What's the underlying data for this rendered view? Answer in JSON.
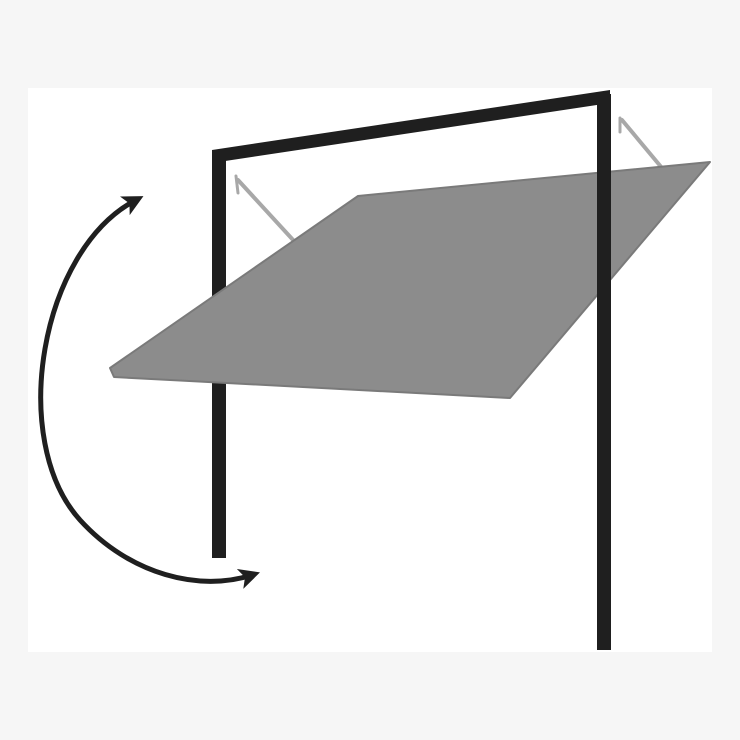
{
  "figure": {
    "description_id": "up-and-over-garage-door-icon",
    "colors": {
      "background": "#f6f6f6",
      "panel": "#ffffff",
      "frame": "#1f1f1f",
      "door": "#8c8c8c",
      "door_edge": "#7a7a7a",
      "strut": "#a8a8a8",
      "arrow": "#1f1f1f"
    },
    "icons": [
      "door-frame",
      "door-panel",
      "support-strut",
      "swing-arrow"
    ]
  }
}
